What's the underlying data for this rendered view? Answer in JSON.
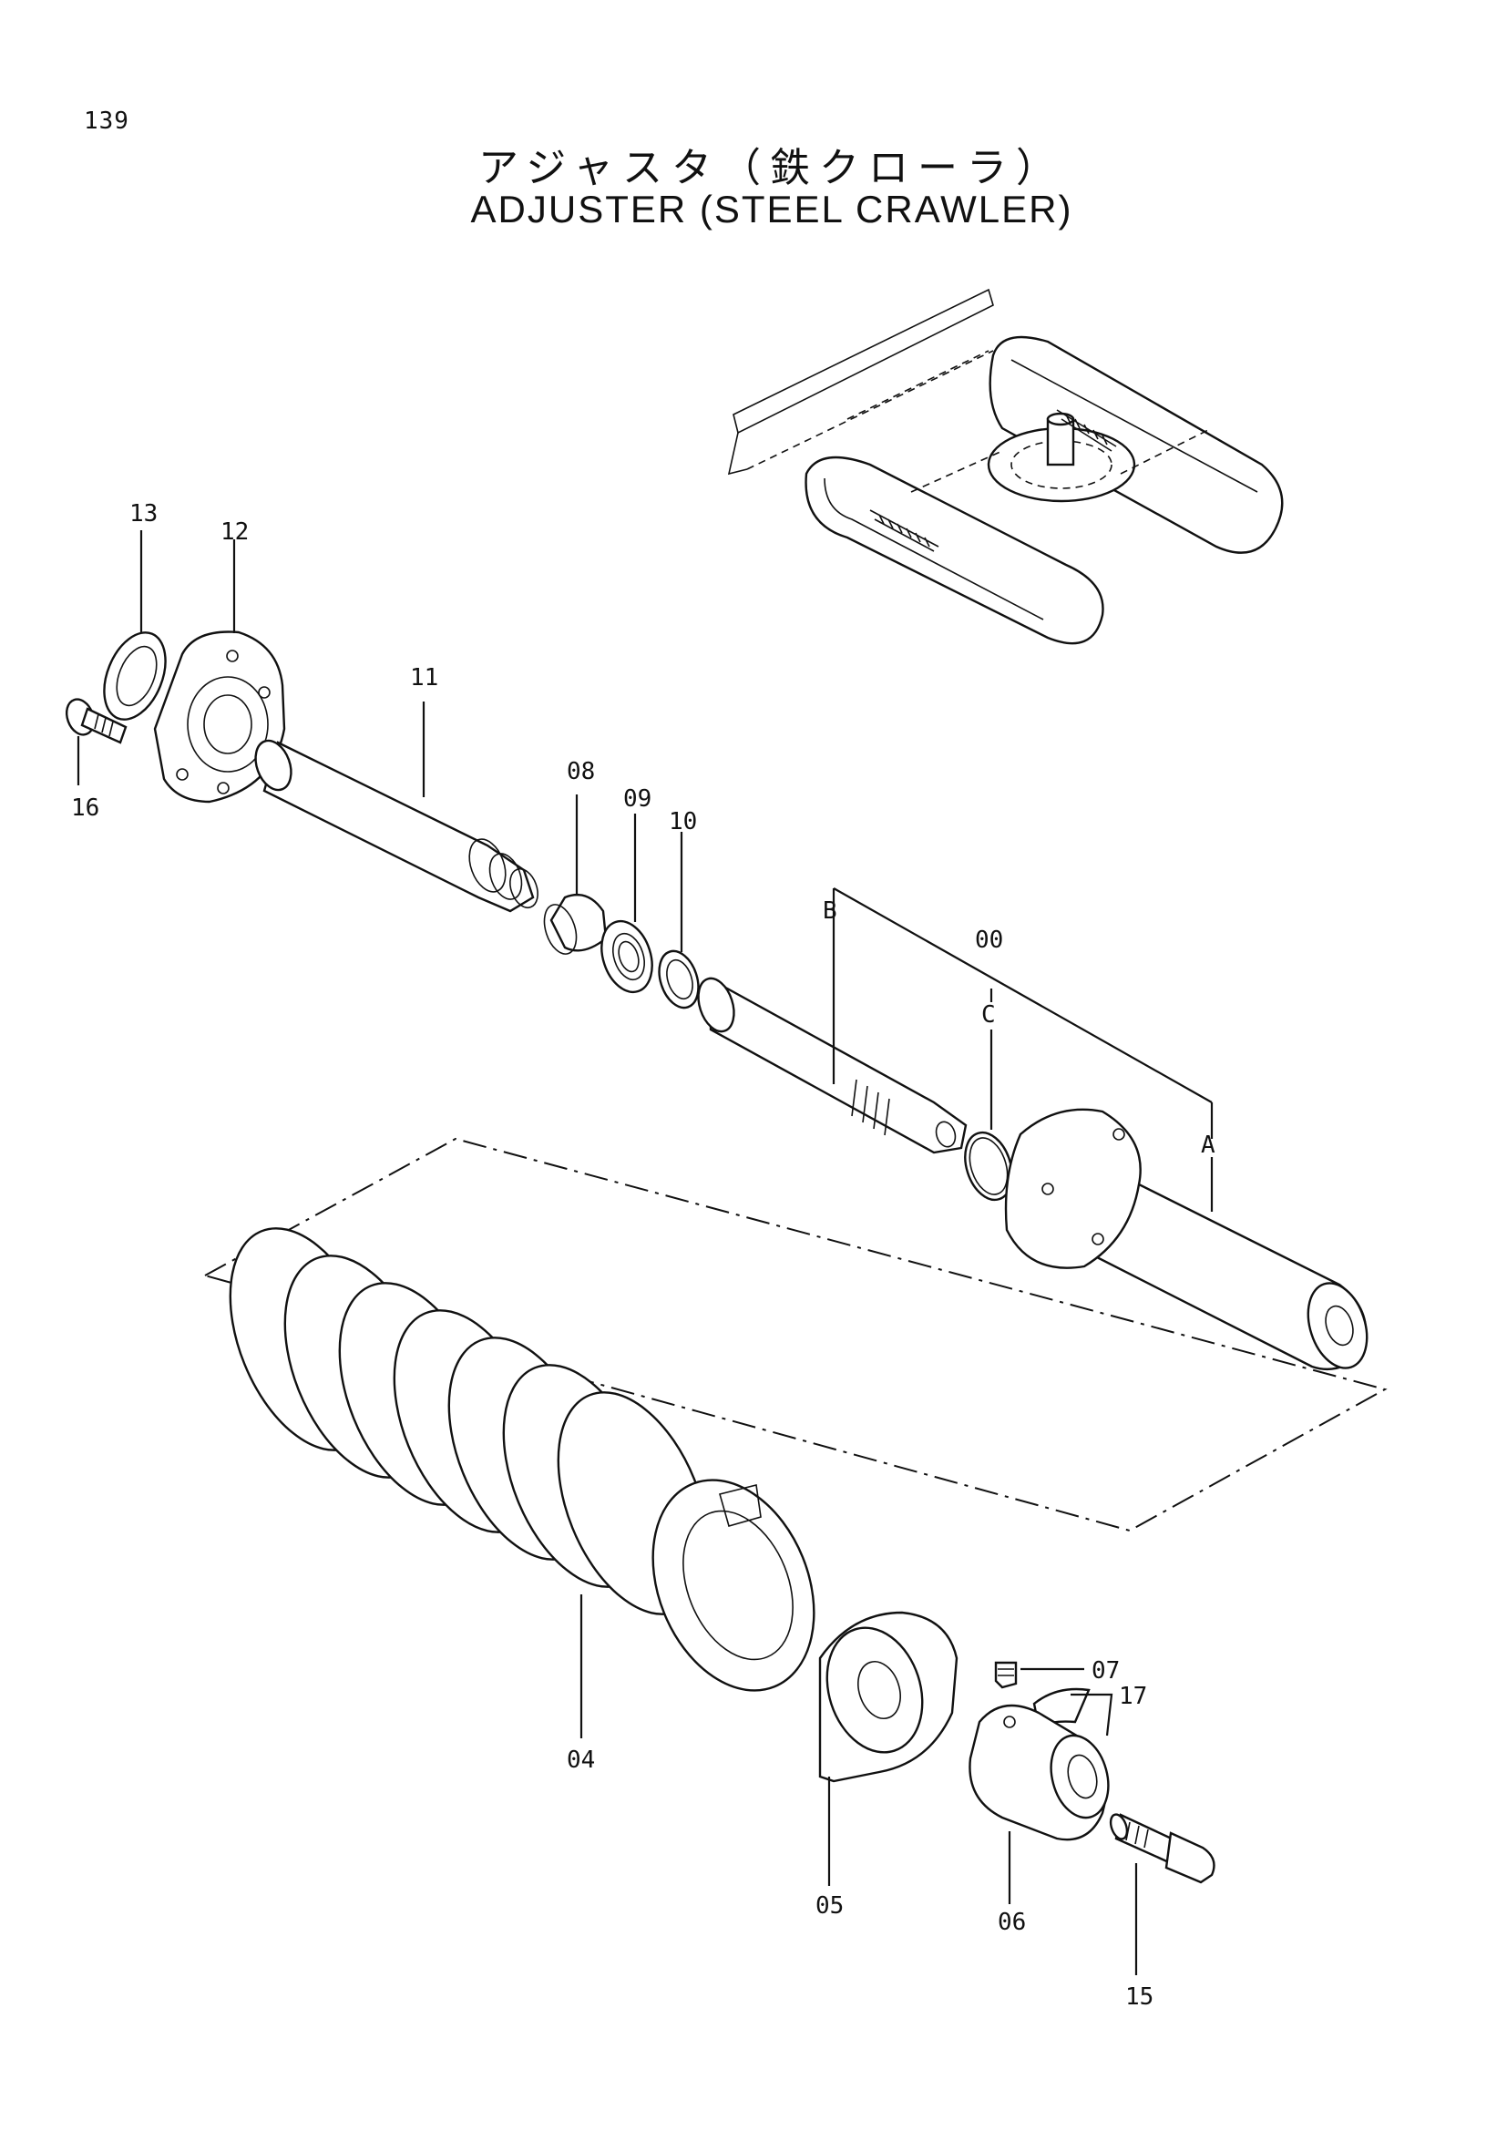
{
  "page_number": "139",
  "title": {
    "japanese": "アジャスタ（鉄クローラ）",
    "english": "ADJUSTER (STEEL CRAWLER)"
  },
  "callouts": [
    {
      "id": "part-13",
      "label": "13"
    },
    {
      "id": "part-12",
      "label": "12"
    },
    {
      "id": "part-11",
      "label": "11"
    },
    {
      "id": "part-16",
      "label": "16"
    },
    {
      "id": "part-08",
      "label": "08"
    },
    {
      "id": "part-09",
      "label": "09"
    },
    {
      "id": "part-10",
      "label": "10"
    },
    {
      "id": "ref-b",
      "label": "B"
    },
    {
      "id": "part-00",
      "label": "00"
    },
    {
      "id": "ref-c",
      "label": "C"
    },
    {
      "id": "ref-a",
      "label": "A"
    },
    {
      "id": "part-04",
      "label": "04"
    },
    {
      "id": "part-07",
      "label": "07"
    },
    {
      "id": "part-17",
      "label": "17"
    },
    {
      "id": "part-05",
      "label": "05"
    },
    {
      "id": "part-06",
      "label": "06"
    },
    {
      "id": "part-15",
      "label": "15"
    }
  ]
}
